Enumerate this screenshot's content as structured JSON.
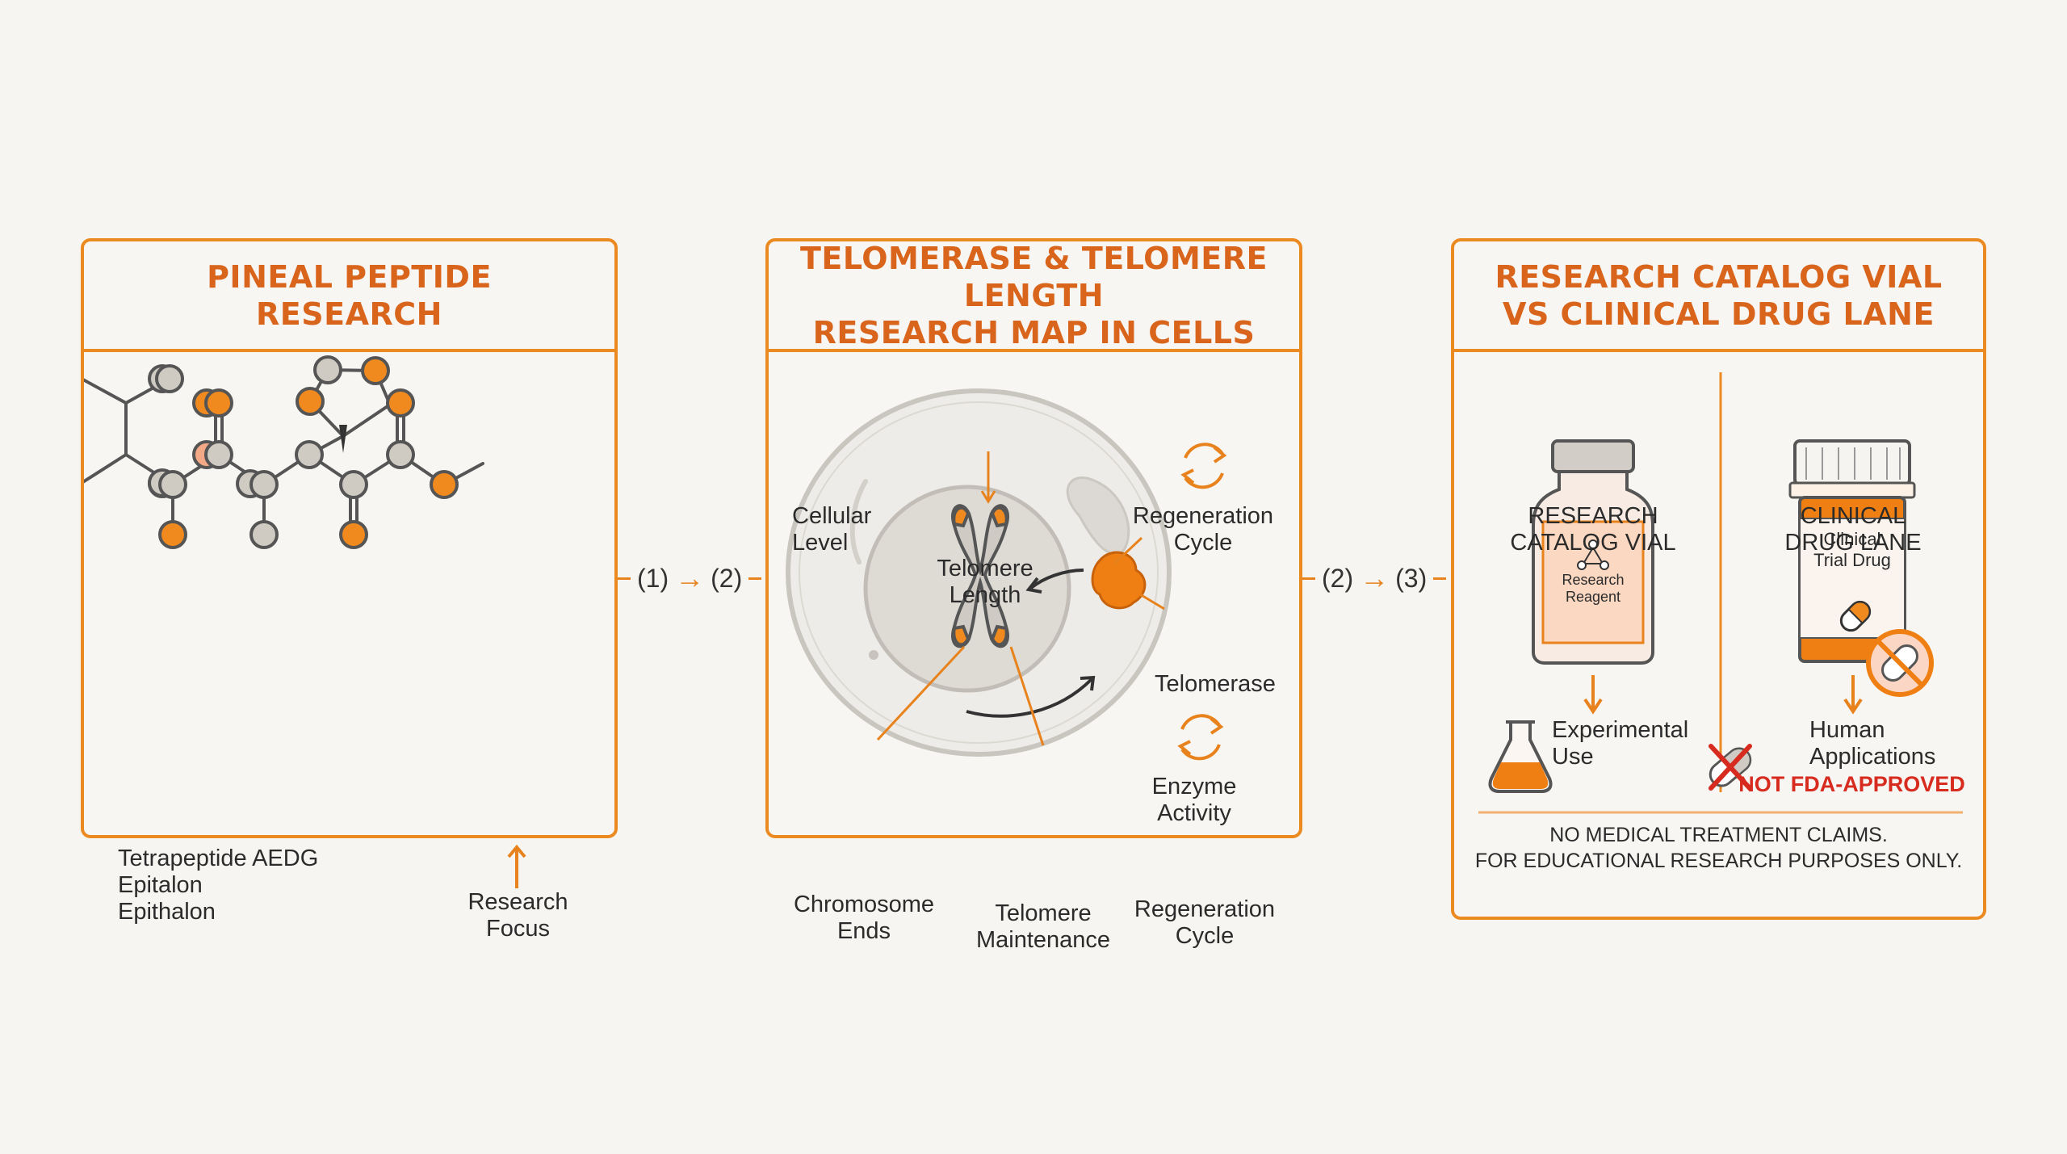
{
  "colors": {
    "accent": "#ec8a22",
    "title": "#d9641c",
    "warning": "#d62b1e",
    "background": "#f6f5f1"
  },
  "panel1": {
    "title": "PINEAL PEPTIDE\nRESEARCH",
    "names": "Tetrapeptide AEDG\nEpitalon\nEpithalon",
    "focus_label": "Research\nFocus",
    "icons": [
      "molecule-structure-icon",
      "arrow-up-icon"
    ]
  },
  "panel2": {
    "title": "TELOMERASE & TELOMERE LENGTH\nRESEARCH MAP IN CELLS",
    "cellular_level": "Cellular\nLevel",
    "telomere_length": "Telomere\nLength",
    "regeneration_top": "Regeneration\nCycle",
    "telomerase": "Telomerase",
    "enzyme_activity": "Enzyme\nActivity",
    "chromosome_ends": "Chromosome\nEnds",
    "telomere_maintenance": "Telomere\nMaintenance",
    "regeneration_bottom": "Regeneration\nCycle",
    "icons": [
      "cell-icon",
      "chromosome-icon",
      "telomerase-enzyme-icon",
      "cycle-arrows-icon"
    ]
  },
  "panel3": {
    "title": "RESEARCH CATALOG VIAL\nVS CLINICAL DRUG LANE",
    "left_heading": "RESEARCH\nCATALOG VIAL",
    "vial_label": "Research\nReagent",
    "experimental_use": "Experimental\nUse",
    "right_heading": "CLINICAL\nDRUG LANE",
    "bottle_label": "Clinical\nTrial Drug",
    "human_applications": "Human\nApplications",
    "not_approved": "NOT FDA-APPROVED",
    "disclaimer_1": "NO MEDICAL TREATMENT CLAIMS.",
    "disclaimer_2": "FOR EDUCATIONAL RESEARCH PURPOSES ONLY.",
    "icons": [
      "vial-icon",
      "pill-bottle-icon",
      "flask-icon",
      "crossed-pill-icon",
      "prohibited-icon"
    ]
  },
  "connectors": {
    "first": {
      "from": "(1)",
      "to": "(2)"
    },
    "second": {
      "from": "(2)",
      "to": "(3)"
    }
  }
}
